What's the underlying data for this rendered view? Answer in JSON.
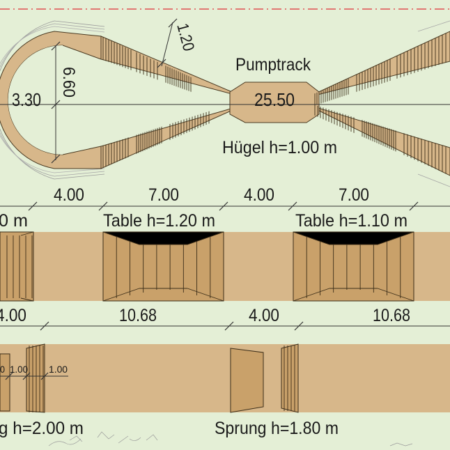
{
  "colors": {
    "background": "#e4efd6",
    "track": "#d7b78a",
    "ramp": "#c9a16a",
    "outline": "#3b2d18",
    "boundary": "#e05050"
  },
  "pumptrack": {
    "title": "Pumptrack",
    "length": "25.50",
    "width": "1.20",
    "loop_height": "6.60",
    "loop_offset": "3.30",
    "hill": "Hügel h=1.00 m"
  },
  "row1": {
    "dims": [
      "4.00",
      "7.00",
      "4.00",
      "7.00"
    ],
    "labels": [
      "0 m",
      "Table h=1.20 m",
      "Table h=1.10 m"
    ]
  },
  "row2": {
    "dims": [
      "4.00",
      "10.68",
      "4.00",
      "10.68"
    ],
    "small_dims": [
      "0",
      "1.00",
      "1.00"
    ],
    "labels": [
      "g h=2.00 m",
      "Sprung h=1.80 m"
    ]
  }
}
